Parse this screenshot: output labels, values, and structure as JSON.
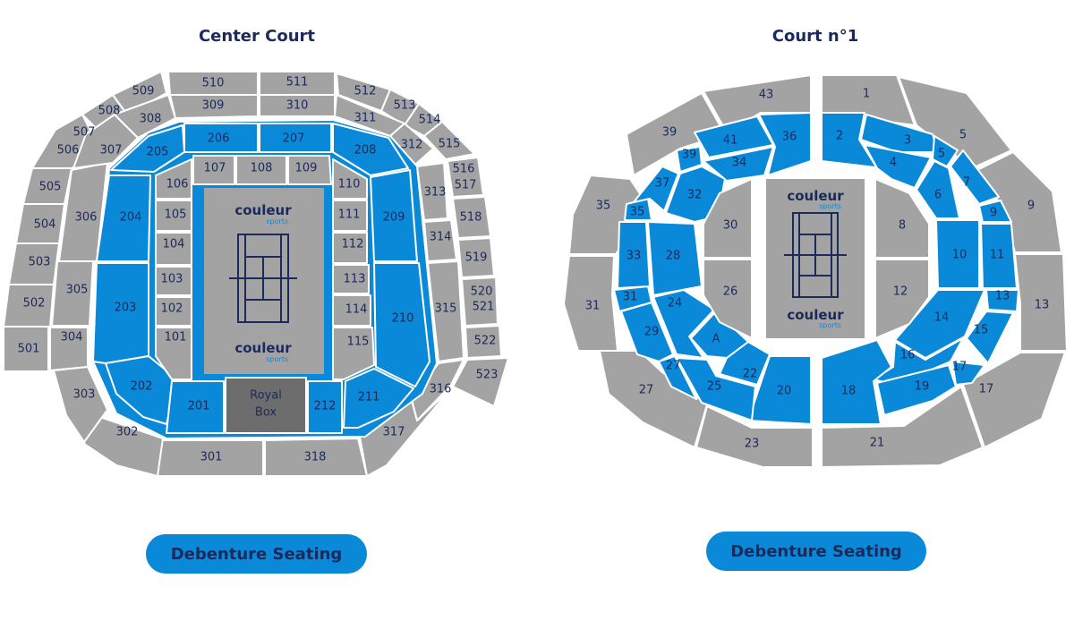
{
  "center_court": {
    "title": "Center Court",
    "royal_box": [
      "Royal",
      "Box"
    ],
    "logo": {
      "brand": "couleur",
      "sub": "sports"
    },
    "legend": "Debenture Seating"
  },
  "court_1": {
    "title": "Court n°1",
    "logo": {
      "brand": "couleur",
      "sub": "sports"
    },
    "legend": "Debenture Seating"
  },
  "colors": {
    "standard": "#a3a3a3",
    "debenture": "#0a89d8",
    "royal_box": "#6d6d6d",
    "text": "#1b2a5a"
  },
  "cc_sections": {
    "s501": "501",
    "s502": "502",
    "s503": "503",
    "s504": "504",
    "s505": "505",
    "s506": "506",
    "s507": "507",
    "s508": "508",
    "s509": "509",
    "s510": "510",
    "s511": "511",
    "s512": "512",
    "s513": "513",
    "s514": "514",
    "s515": "515",
    "s516": "516",
    "s517": "517",
    "s518": "518",
    "s519": "519",
    "s520": "520",
    "s521": "521",
    "s522": "522",
    "s523": "523",
    "s301": "301",
    "s302": "302",
    "s303": "303",
    "s304": "304",
    "s305": "305",
    "s306": "306",
    "s307": "307",
    "s308": "308",
    "s309": "309",
    "s310": "310",
    "s311": "311",
    "s312": "312",
    "s313": "313",
    "s314": "314",
    "s315": "315",
    "s316": "316",
    "s317": "317",
    "s318": "318",
    "s201": "201",
    "s202": "202",
    "s203": "203",
    "s204": "204",
    "s205": "205",
    "s206": "206",
    "s207": "207",
    "s208": "208",
    "s209": "209",
    "s210": "210",
    "s211": "211",
    "s212": "212",
    "s101": "101",
    "s102": "102",
    "s103": "103",
    "s104": "104",
    "s105": "105",
    "s106": "106",
    "s107": "107",
    "s108": "108",
    "s109": "109",
    "s110": "110",
    "s111": "111",
    "s112": "112",
    "s113": "113",
    "s114": "114",
    "s115": "115"
  },
  "c1_sections": {
    "s1": "1",
    "s2": "2",
    "s3": "3",
    "s4": "4",
    "s5": "5",
    "s5b": "5",
    "s6": "6",
    "s7": "7",
    "s8": "8",
    "s9": "9",
    "s9b": "9",
    "s10": "10",
    "s11": "11",
    "s12": "12",
    "s13": "13",
    "s13b": "13",
    "s14": "14",
    "s15": "15",
    "s16": "16",
    "s17": "17",
    "s17b": "17",
    "s18": "18",
    "s19": "19",
    "s20": "20",
    "s21": "21",
    "s22": "22",
    "s23": "23",
    "s24": "24",
    "s25": "25",
    "s26": "26",
    "s27": "27",
    "s27b": "27",
    "s28": "28",
    "s29": "29",
    "s30": "30",
    "s31": "31",
    "s31b": "31",
    "s32": "32",
    "s33": "33",
    "s34": "34",
    "s35": "35",
    "s35b": "35",
    "s36": "36",
    "s37": "37",
    "s39": "39",
    "s39b": "39",
    "s41": "41",
    "s43": "43",
    "sA": "A"
  }
}
